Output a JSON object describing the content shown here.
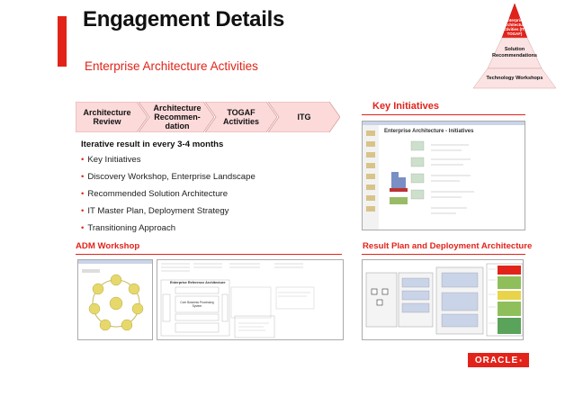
{
  "slide": {
    "title": "Engagement Details",
    "subtitle": "Enterprise Architecture Activities"
  },
  "pyramid": {
    "top": "Enterprise Architecture Activities (ITS, TOGAF)",
    "middle": "Solution Recommendations",
    "bottom": "Technology Workshops"
  },
  "chevrons": [
    {
      "label": "Architecture Review"
    },
    {
      "label": "Architecture Recommen-dation"
    },
    {
      "label": "TOGAF Activities"
    },
    {
      "label": "ITG"
    }
  ],
  "iterative": {
    "title": "Iterative result in every 3-4 months",
    "bullets": [
      "Key Initiatives",
      "Discovery Workshop, Enterprise Landscape",
      "Recommended Solution Architecture",
      "IT Master Plan, Deployment Strategy",
      "Transitioning Approach"
    ]
  },
  "sections": {
    "key_initiatives": "Key Initiatives",
    "adm_workshop": "ADM Workshop",
    "result_plan": "Result Plan and Deployment Architecture"
  },
  "key_initiatives_thumb": {
    "window_title": "Enterprise Architecture - Initiatives"
  },
  "adm_thumb": {
    "ref_title": "Enterprise Reference Architecture",
    "core_label": "Core Business Processing System"
  },
  "logo": {
    "text": "ORACLE",
    "mark": "®"
  },
  "colors": {
    "accent": "#e2231a",
    "chevron_fill": "#fcdada",
    "chevron_stroke": "#d9a0a0"
  }
}
